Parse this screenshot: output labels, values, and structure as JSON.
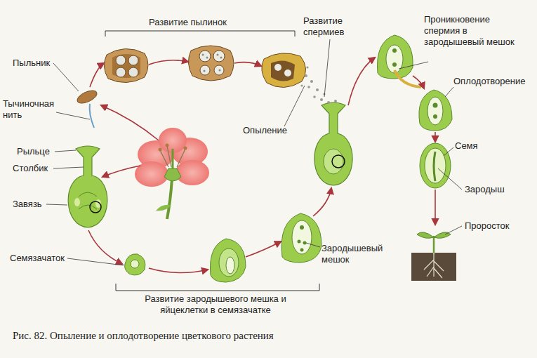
{
  "diagram": {
    "caption": "Рис. 82. Опыление и оплодотворение цветкового растения",
    "labels": [
      "Развитие пылинок",
      "Пыльник",
      "Тычиночная нить",
      "Рыльце",
      "Столбик",
      "Завязь",
      "Семязачаток",
      "Развитие зародышевого мешка и яйцеклетки в семязачатке",
      "Опыление",
      "Развитие спермиев",
      "Проникновение спермия в зародышевый мешок",
      "Оплодотворение",
      "Семя",
      "Зародыш",
      "Проросток",
      "Зародышевый мешок"
    ]
  }
}
